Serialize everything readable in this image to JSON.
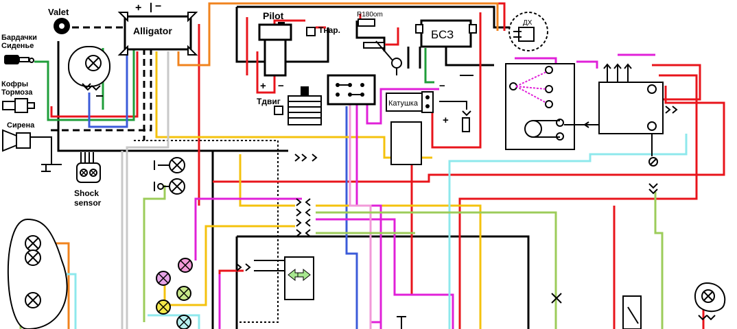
{
  "labels": {
    "valet": "Valet",
    "bardachki": "Бардачки",
    "sidene": "Сиденье",
    "kofry": "Кофры",
    "tormoza": "Тормоза",
    "sirena": "Сирена",
    "shock_1": "Shock",
    "shock_2": "sensor",
    "alligator": "Alligator",
    "pilot": "Pilot",
    "t_nar": "Тнар.",
    "t_dvig": "Тдвиг",
    "r180": "R180om",
    "bsz": "БСЗ",
    "dx": "ДХ",
    "katushka": "Катушка",
    "plus": "+",
    "minus": "−",
    "plus_minus": "+|−"
  },
  "colors": {
    "red": "#e8141b",
    "green": "#1f9e3a",
    "blue": "#3b5bd9",
    "yellow": "#f4c20d",
    "orange": "#f0831e",
    "magenta": "#e020d8",
    "pink": "#f29ad8",
    "cyan": "#8ee8ec",
    "lime": "#9ccc5a",
    "gray": "#c8c8c8",
    "black": "#000000"
  }
}
